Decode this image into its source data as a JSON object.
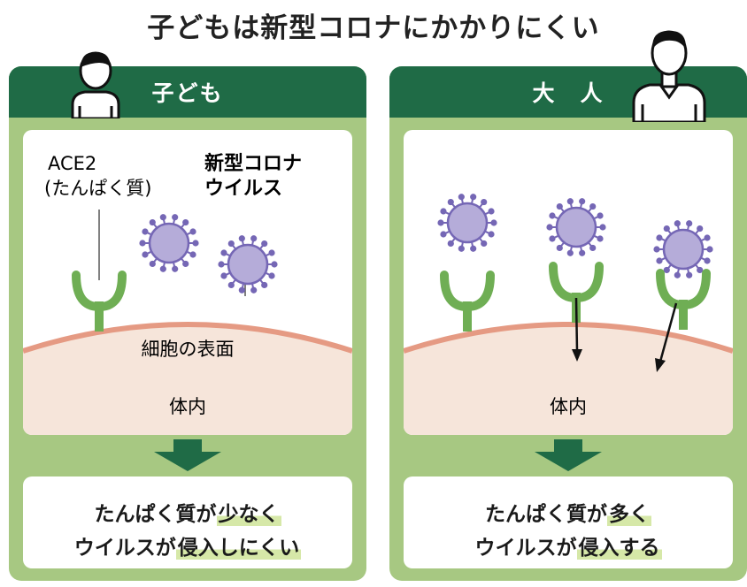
{
  "title": "子どもは新型コロナにかかりにくい",
  "left": {
    "header": "子ども",
    "ace2_label": "ACE2",
    "ace2_sub": "(たんぱく質)",
    "virus_label_1": "新型コロナ",
    "virus_label_2": "ウイルス",
    "surface_label": "細胞の表面",
    "inside_label": "体内",
    "result_line1_a": "たんぱく質が",
    "result_line1_b": "少なく",
    "result_line2_a": "ウイルスが",
    "result_line2_b": "侵入しにくい"
  },
  "right": {
    "header": "大　人",
    "inside_label": "体内",
    "result_line1_a": "たんぱく質が",
    "result_line1_b": "多く",
    "result_line2_a": "ウイルスが",
    "result_line2_b": "侵入する"
  },
  "colors": {
    "panel": "#a7c882",
    "header": "#1f6b46",
    "receptor": "#6fae54",
    "virus": "#b5acd9",
    "virus_outline": "#7567b5",
    "cell": "#f6e5da",
    "cell_edge": "#e59a83",
    "highlight": "#d6e8a8"
  }
}
